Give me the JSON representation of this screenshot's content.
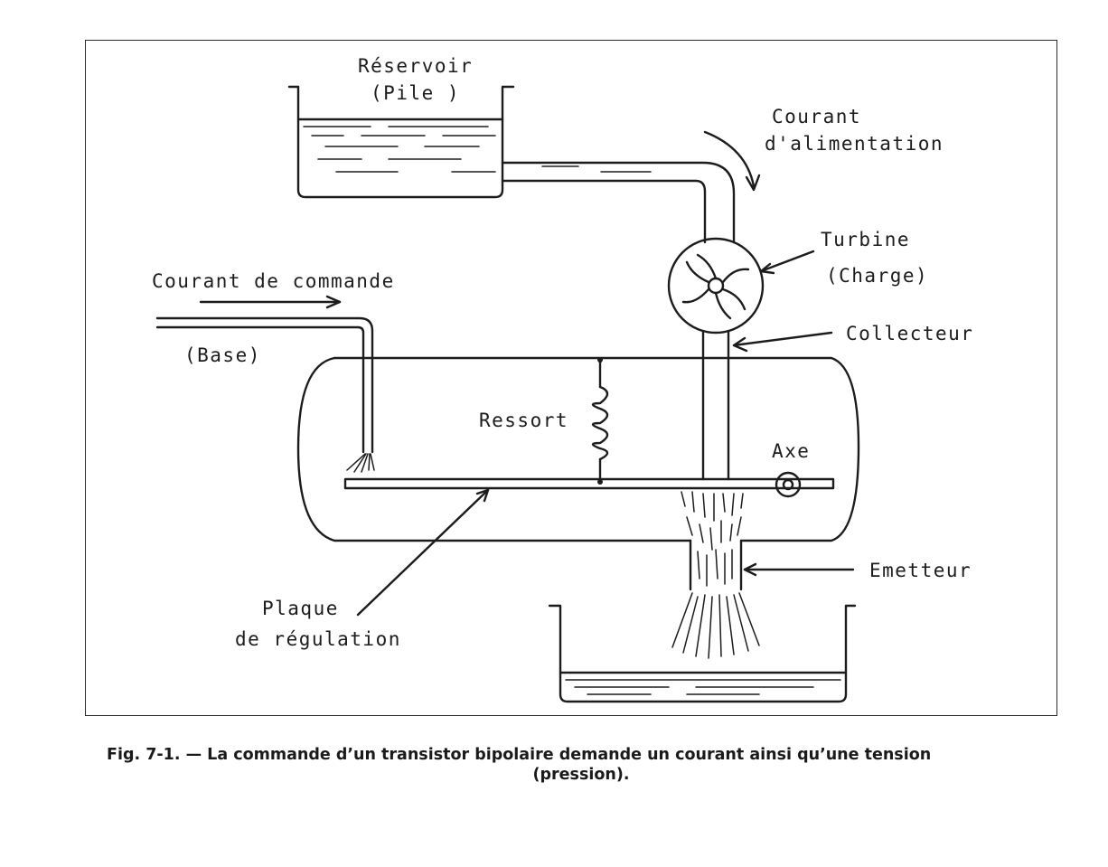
{
  "diagram": {
    "labels": {
      "reservoir": "Réservoir",
      "pile": "(Pile )",
      "courant": "Courant",
      "alimentation": "d'alimentation",
      "turbine": "Turbine",
      "charge": "(Charge)",
      "courant_commande": "Courant de commande",
      "base": "(Base)",
      "collecteur": "Collecteur",
      "ressort": "Ressort",
      "axe": "Axe",
      "emetteur": "Emetteur",
      "plaque": "Plaque",
      "de_regulation": "de régulation"
    }
  },
  "caption": {
    "line1": "Fig. 7-1. — La commande d’un transistor bipolaire demande un courant ainsi qu’une tension",
    "line2": "(pression)."
  }
}
